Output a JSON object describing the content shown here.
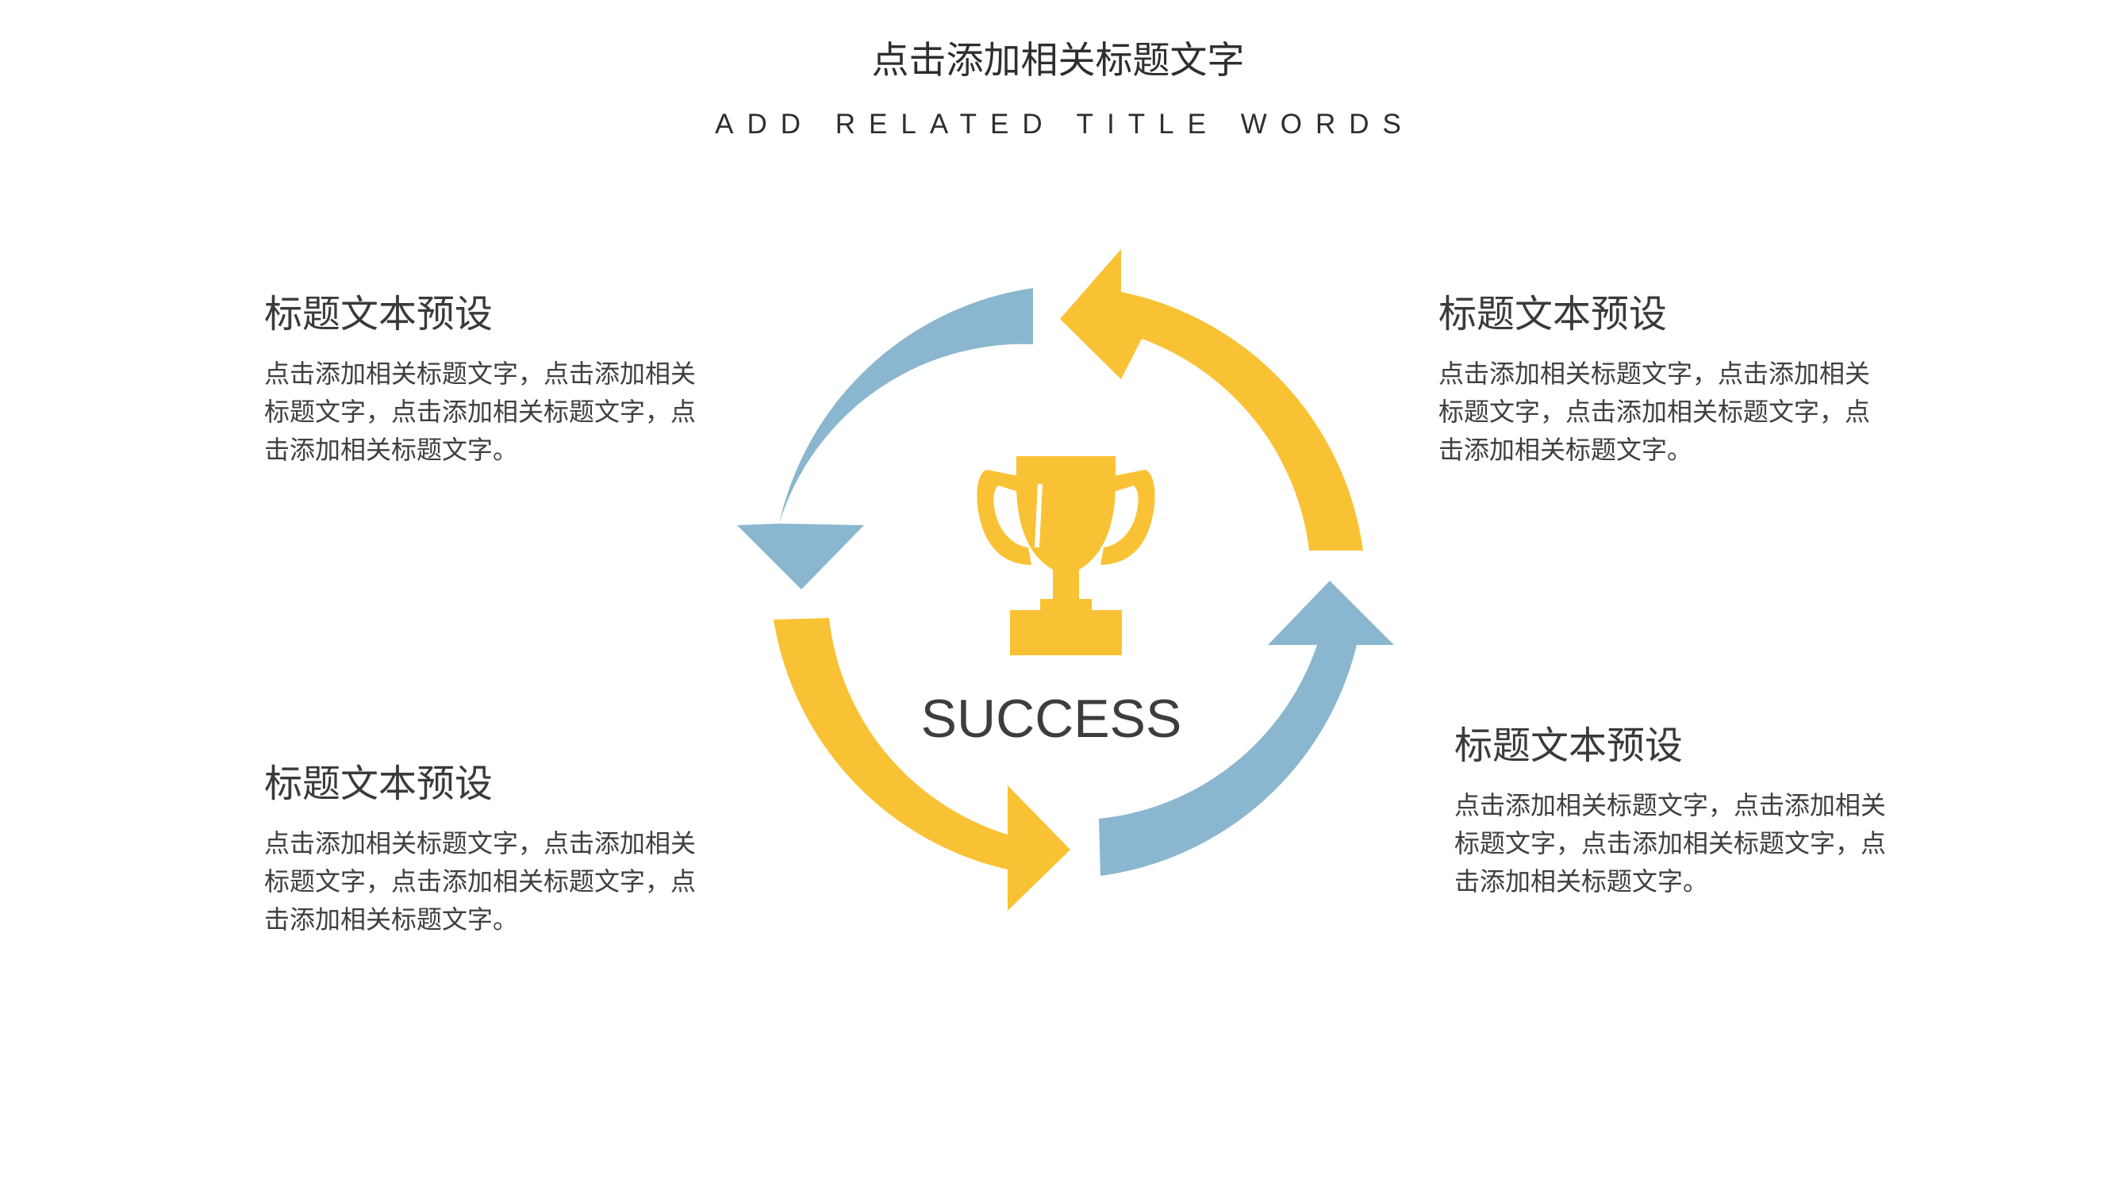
{
  "header": {
    "title": "点击添加相关标题文字",
    "subtitle": "ADD RELATED TITLE WORDS"
  },
  "center": {
    "label": "SUCCESS",
    "icon": "trophy-icon"
  },
  "colors": {
    "yellow": "#F9C235",
    "blue": "#8AB7CF",
    "text": "#3A3A3A"
  },
  "blocks": [
    {
      "heading": "标题文本预设",
      "body": "点击添加相关标题文字，点击添加相关标题文字，点击添加相关标题文字，点击添加相关标题文字。"
    },
    {
      "heading": "标题文本预设",
      "body": "点击添加相关标题文字，点击添加相关标题文字，点击添加相关标题文字，点击添加相关标题文字。"
    },
    {
      "heading": "标题文本预设",
      "body": "点击添加相关标题文字，点击添加相关标题文字，点击添加相关标题文字，点击添加相关标题文字。"
    },
    {
      "heading": "标题文本预设",
      "body": "点击添加相关标题文字，点击添加相关标题文字，点击添加相关标题文字，点击添加相关标题文字。"
    }
  ]
}
